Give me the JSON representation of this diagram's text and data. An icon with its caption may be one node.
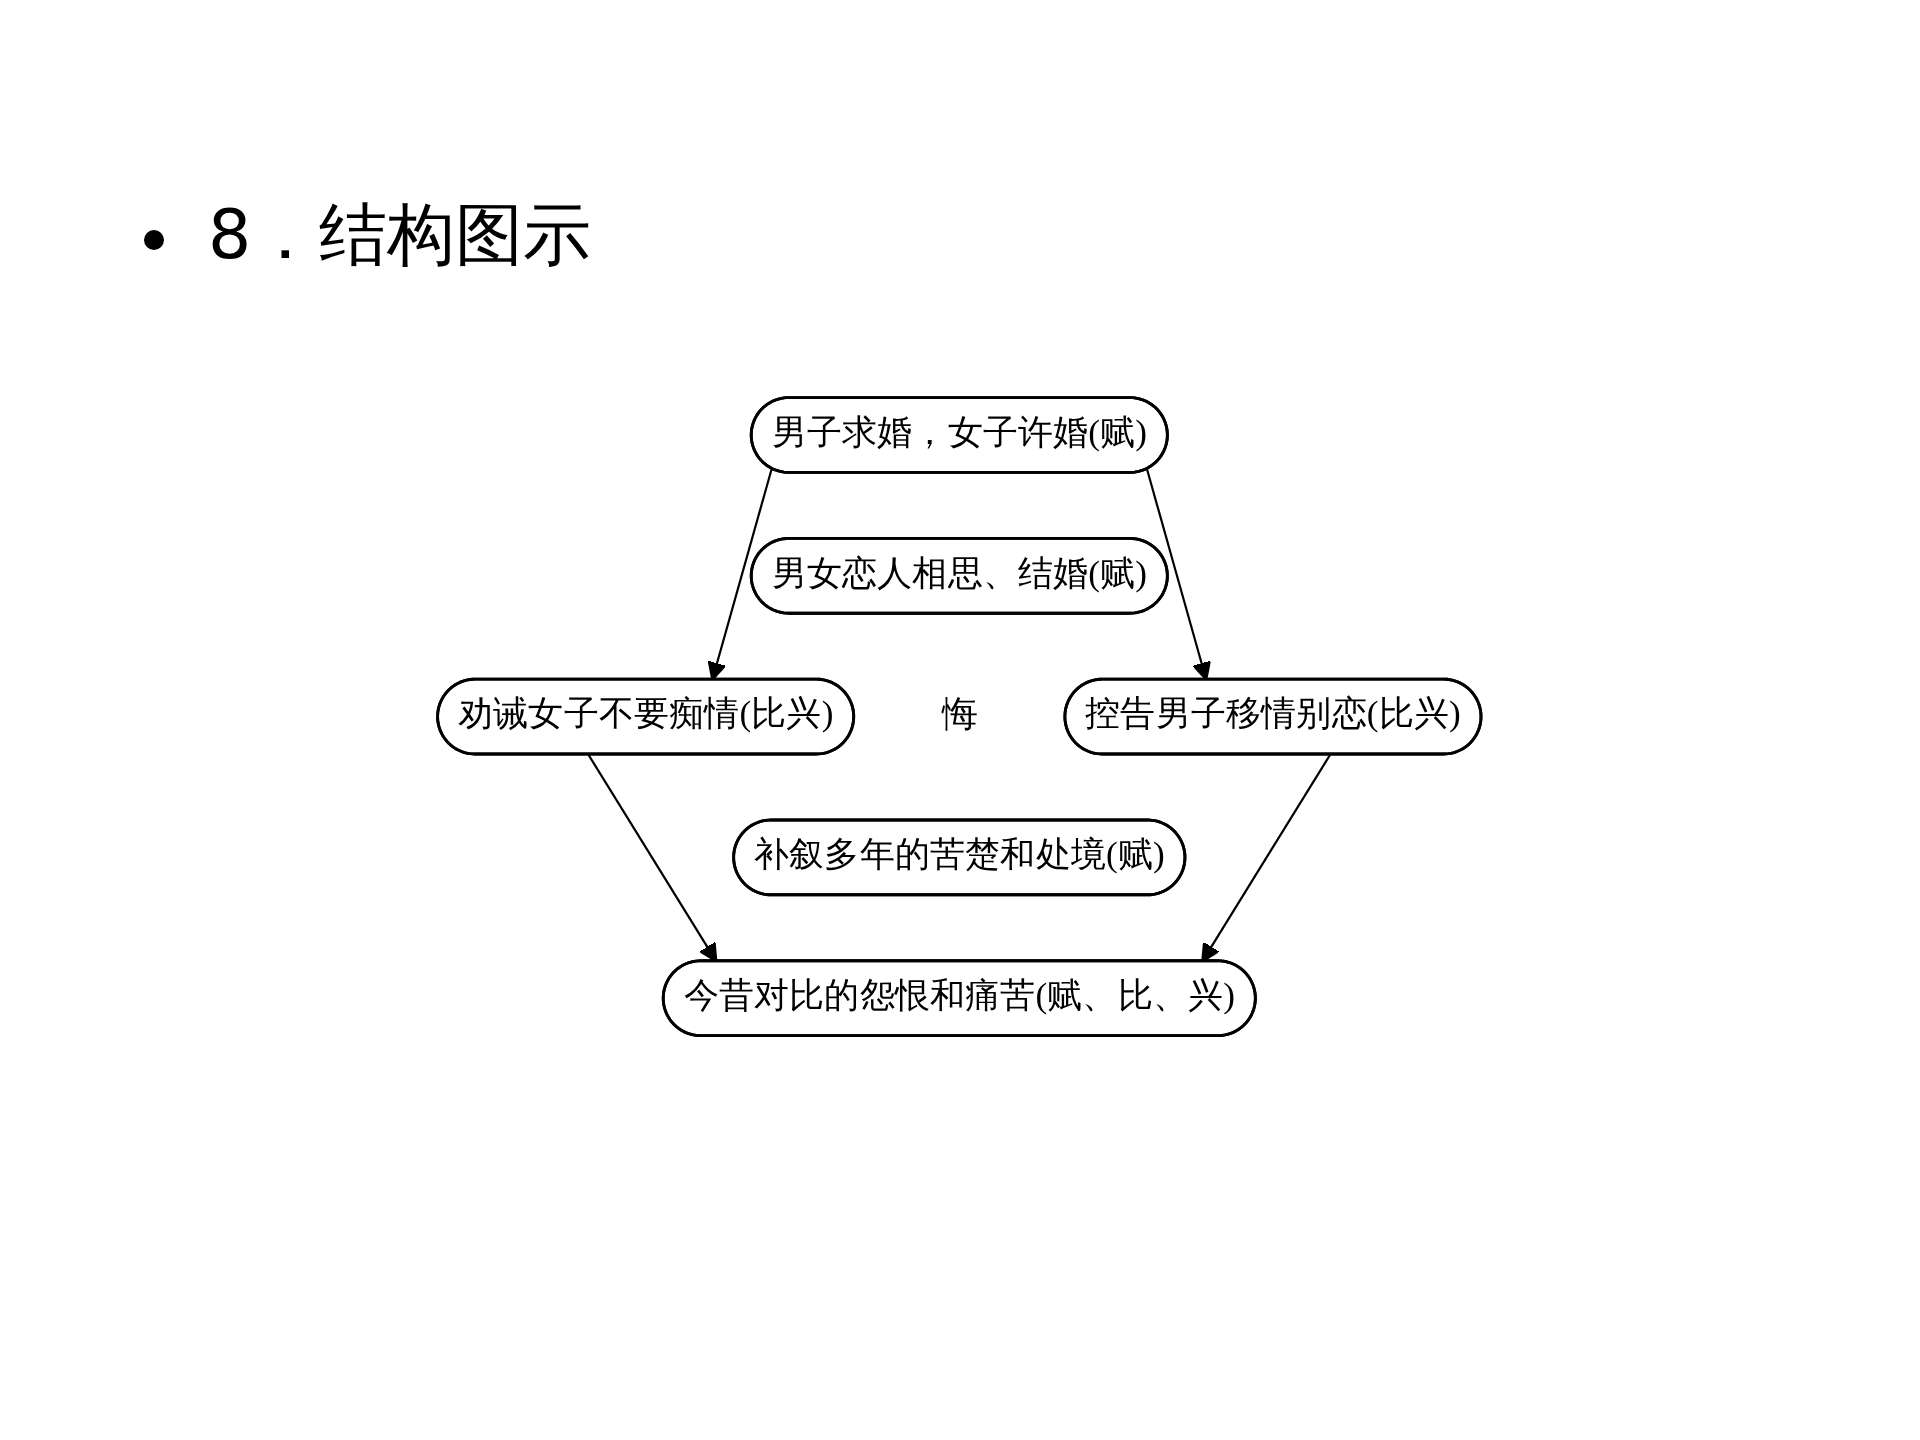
{
  "diagram": {
    "title": "8．结构图示",
    "nodes": [
      {
        "text": [
          "男子求婚，女子许婚(赋)"
        ]
      },
      {
        "text": [
          "男女恋人相思、结婚(赋)"
        ]
      },
      {
        "text": [
          "劝诫女子不要痴情(比兴)"
        ]
      },
      {
        "text": [
          "控告男子移情别恋(比兴)"
        ]
      },
      {
        "text": [
          "补叙多年的苦楚和处境(赋)"
        ]
      },
      {
        "text": [
          "今昔对比的怨恨和痛苦(赋、比、兴)"
        ]
      }
    ],
    "edges": [
      {
        "from": 0,
        "to": 2,
        "arrow": "to"
      },
      {
        "from": 0,
        "to": 3,
        "arrow": "to"
      },
      {
        "from": 2,
        "to": 5,
        "arrow": "to"
      },
      {
        "from": 3,
        "to": 5,
        "arrow": "to"
      }
    ],
    "labels": [
      "悔"
    ]
  }
}
